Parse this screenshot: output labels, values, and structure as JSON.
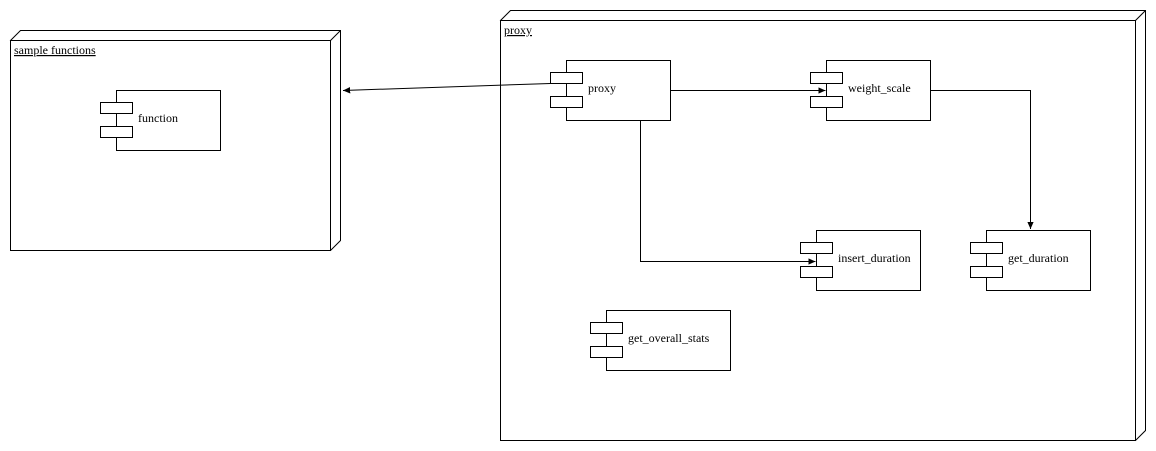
{
  "diagram": {
    "type": "uml-deployment",
    "nodes": {
      "sample_functions": {
        "label": "sample functions"
      },
      "proxy_node": {
        "label": "proxy"
      }
    },
    "components": {
      "function": {
        "label": "function"
      },
      "proxy": {
        "label": "proxy"
      },
      "weight_scale": {
        "label": "weight_scale"
      },
      "insert_duration": {
        "label": "insert_duration"
      },
      "get_duration": {
        "label": "get_duration"
      },
      "get_overall_stats": {
        "label": "get_overall_stats"
      }
    },
    "connections": [
      {
        "from": "proxy",
        "to": "sample_functions"
      },
      {
        "from": "proxy",
        "to": "weight_scale"
      },
      {
        "from": "weight_scale",
        "to": "get_duration"
      },
      {
        "from": "proxy",
        "to": "insert_duration"
      }
    ]
  }
}
